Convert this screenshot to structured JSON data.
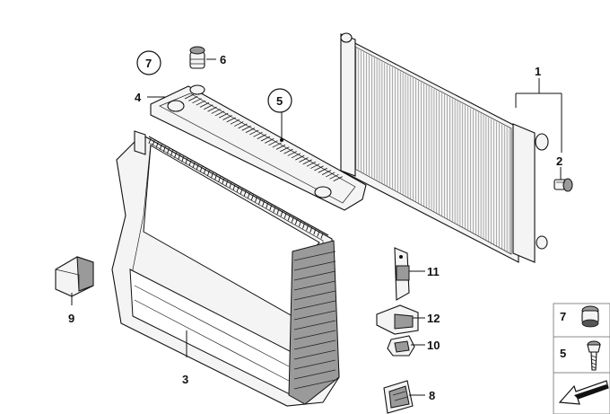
{
  "callouts": {
    "c1": "1",
    "c2": "2",
    "c3": "3",
    "c4": "4",
    "c5": "5",
    "c6": "6",
    "c7": "7",
    "c8": "8",
    "c9": "9",
    "c10": "10",
    "c11": "11",
    "c12": "12"
  },
  "legend": {
    "item7": "7",
    "item5": "5"
  }
}
